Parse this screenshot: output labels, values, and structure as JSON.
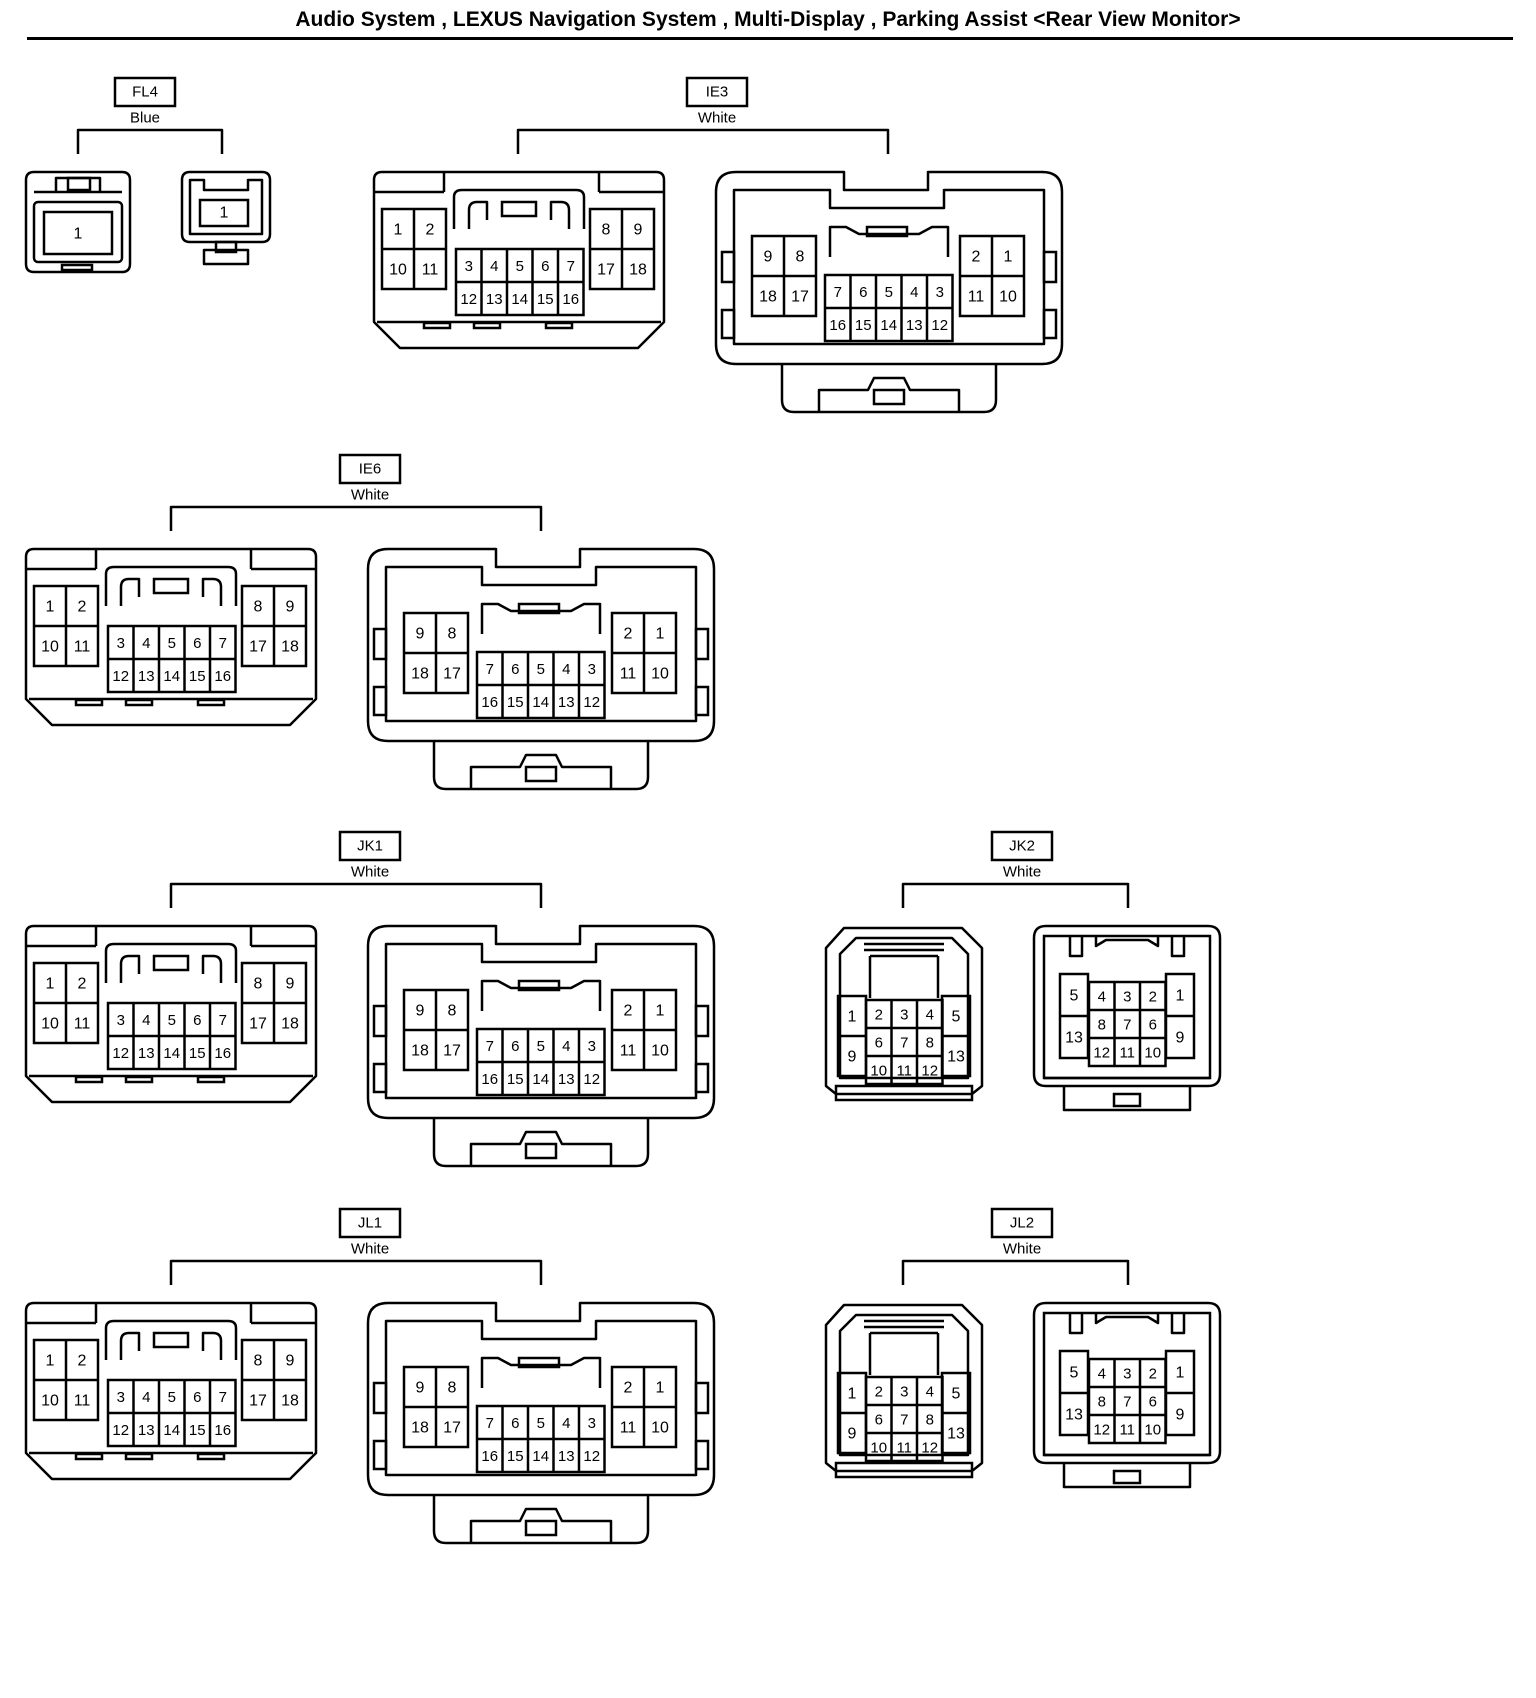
{
  "title": "Audio System , LEXUS Navigation System , Multi-Display , Parking Assist <Rear View Monitor>",
  "connectors": [
    {
      "id": "FL4",
      "color": "Blue"
    },
    {
      "id": "IE3",
      "color": "White"
    },
    {
      "id": "IE6",
      "color": "White"
    },
    {
      "id": "JK1",
      "color": "White"
    },
    {
      "id": "JK2",
      "color": "White"
    },
    {
      "id": "JL1",
      "color": "White"
    },
    {
      "id": "JL2",
      "color": "White"
    }
  ],
  "pin_labels": {
    "fl4": "1",
    "male18": [
      [
        "1",
        "2",
        "8",
        "9"
      ],
      [
        "10",
        "11",
        "17",
        "18"
      ],
      [
        "3",
        "4",
        "5",
        "6",
        "7"
      ],
      [
        "12",
        "13",
        "14",
        "15",
        "16"
      ]
    ],
    "female18": [
      [
        "9",
        "8",
        "2",
        "1"
      ],
      [
        "18",
        "17",
        "11",
        "10"
      ],
      [
        "7",
        "6",
        "5",
        "4",
        "3"
      ],
      [
        "16",
        "15",
        "14",
        "13",
        "12"
      ]
    ],
    "male13": [
      [
        "1",
        "9",
        "5",
        "13"
      ],
      [
        "2",
        "3",
        "4"
      ],
      [
        "6",
        "7",
        "8"
      ],
      [
        "10",
        "11",
        "12"
      ]
    ],
    "female13": [
      [
        "5",
        "13",
        "1",
        "9"
      ],
      [
        "4",
        "3",
        "2"
      ],
      [
        "8",
        "7",
        "6"
      ],
      [
        "12",
        "11",
        "10"
      ]
    ]
  }
}
